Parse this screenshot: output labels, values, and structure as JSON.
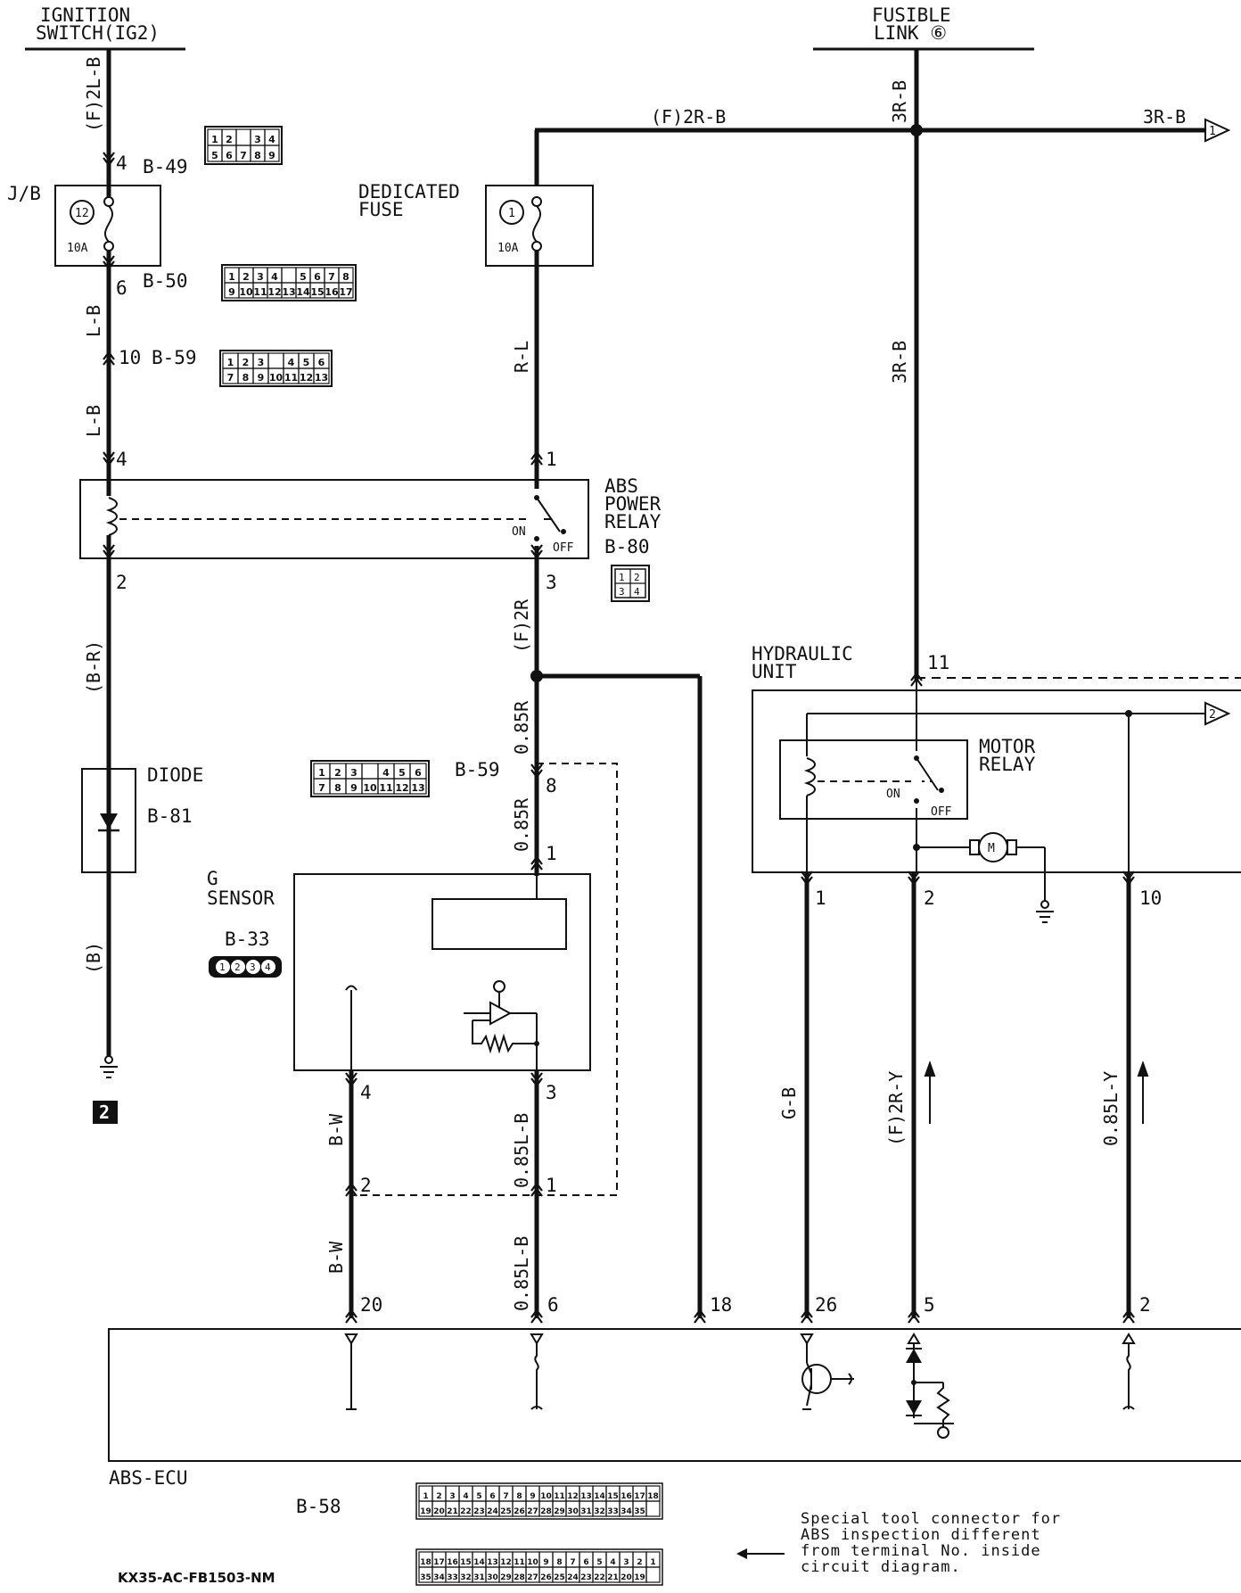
{
  "labels": {
    "ignition_1": "IGNITION",
    "ignition_2": "SWITCH(IG2)",
    "fusible_1": "FUSIBLE",
    "fusible_2": "LINK ⑥",
    "jb": "J/B",
    "fuse12_num": "12",
    "fuse12_amp": "10A",
    "fuse1_num": "1",
    "fuse1_amp": "10A",
    "dedicated_1": "DEDICATED",
    "dedicated_2": "FUSE",
    "abs_relay_1": "ABS",
    "abs_relay_2": "POWER",
    "abs_relay_3": "RELAY",
    "abs_relay_id": "B-80",
    "relay_on": "ON",
    "relay_off": "OFF",
    "diode": "DIODE",
    "diode_id": "B-81",
    "g_sensor_1": "G",
    "g_sensor_2": "SENSOR",
    "g_sensor_id": "B-33",
    "hydraulic_1": "HYDRAULIC",
    "hydraulic_2": "UNIT",
    "motor_relay_1": "MOTOR",
    "motor_relay_2": "RELAY",
    "motor_on": "ON",
    "motor_off": "OFF",
    "motor_symbol": "M",
    "abs_ecu": "ABS-ECU",
    "b58": "B-58",
    "ground_ref": "2",
    "arrow1": "1",
    "arrow2": "2",
    "footer_code": "KX35-AC-FB1503-NM"
  },
  "connectors": {
    "b49": "B-49",
    "b50": "B-50",
    "b59_top": "B-59",
    "b59_mid": "B-59"
  },
  "wires": {
    "ig_f2lb": "(F)2L-B",
    "lb_1": "L-B",
    "lb_2": "L-B",
    "br": "(B-R)",
    "b": "(B)",
    "f2rb": "(F)2R-B",
    "threerb_top": "3R-B",
    "threerb_right": "3R-B",
    "threerb_mid": "3R-B",
    "rl": "R-L",
    "f2r": "(F)2R",
    "r085_1": "0.85R",
    "r085_2": "0.85R",
    "bw_1": "B-W",
    "bw_2": "B-W",
    "lb085_1": "0.85L-B",
    "lb085_2": "0.85L-B",
    "gb": "G-B",
    "f2ry": "(F)2R-Y",
    "ly085": "0.85L-Y"
  },
  "pins": {
    "p4_b49": "4",
    "p6_b50": "6",
    "p10_b59": "10",
    "p4_relay": "4",
    "p2_relay": "2",
    "p1_relay": "1",
    "p3_relay": "3",
    "p8_b59": "8",
    "p1_gs": "1",
    "p4_gs": "4",
    "p3_gs": "3",
    "p2_b59": "2",
    "p1_b59": "1",
    "p11_hu": "11",
    "p1_hu": "1",
    "p2_hu": "2",
    "p10_hu": "10",
    "e20": "20",
    "e6": "6",
    "e18": "18",
    "e26": "26",
    "e5": "5",
    "e2": "2"
  },
  "note": {
    "line1": "Special tool connector for",
    "line2": "ABS inspection different",
    "line3": "from terminal No. inside",
    "line4": "circuit diagram."
  }
}
